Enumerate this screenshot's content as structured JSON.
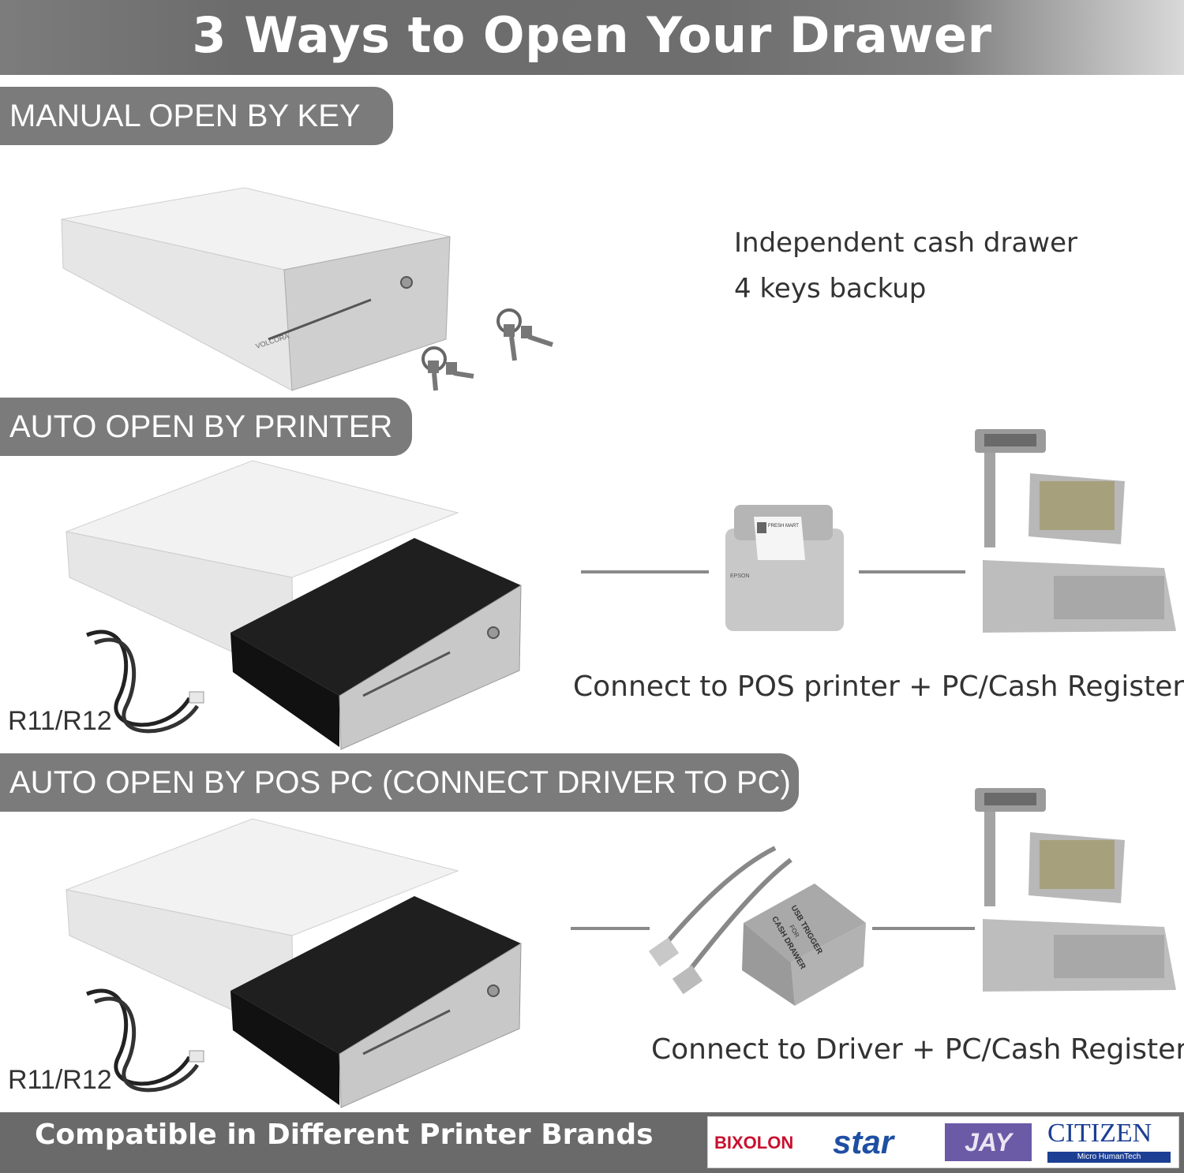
{
  "title": "3 Ways to Open Your Drawer",
  "sections": [
    {
      "heading": "MANUAL OPEN BY KEY",
      "lines": [
        "Independent cash drawer",
        "4 keys backup"
      ]
    },
    {
      "heading": "AUTO OPEN BY PRINTER",
      "cable_label": "R11/R12",
      "caption": "Connect to POS printer + PC/Cash Register"
    },
    {
      "heading": "AUTO OPEN BY POS PC (CONNECT DRIVER TO PC)",
      "cable_label": "R11/R12",
      "caption": "Connect to Driver + PC/Cash Register"
    }
  ],
  "drawer_brand": "VOLCORA",
  "printer_receipt_text": "FRESH MART",
  "printer_brand": "EPSON",
  "usb_trigger_text": [
    "USB TRIGGER",
    "FOR",
    "CASH DRAWER"
  ],
  "footer": {
    "text": "Compatible in Different Printer Brands",
    "brands": [
      "BIXOLON",
      "star",
      "JAY",
      "CITIZEN"
    ],
    "citizen_tagline": "Micro HumanTech"
  },
  "colors": {
    "header_gray": "#7b7b7b",
    "bixolon_red": "#c8102e",
    "star_blue": "#1f4fa3",
    "jay_purple": "#6b5aa6",
    "citizen_blue": "#1c3f94"
  }
}
